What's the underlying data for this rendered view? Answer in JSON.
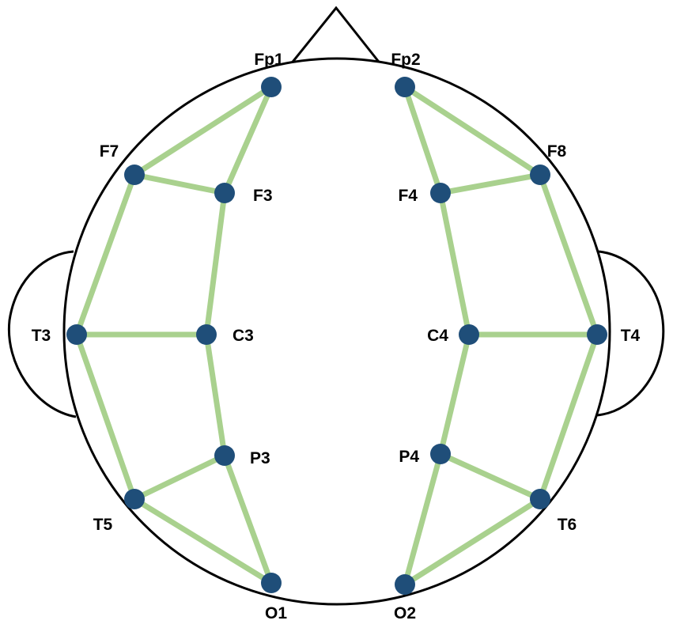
{
  "colors": {
    "electrode": "#1F4E79",
    "connection": "#A9D18E",
    "outline": "#000000"
  },
  "electrodes": [
    {
      "id": "Fp1",
      "label": "Fp1"
    },
    {
      "id": "Fp2",
      "label": "Fp2"
    },
    {
      "id": "F7",
      "label": "F7"
    },
    {
      "id": "F3",
      "label": "F3"
    },
    {
      "id": "F4",
      "label": "F4"
    },
    {
      "id": "F8",
      "label": "F8"
    },
    {
      "id": "T3",
      "label": "T3"
    },
    {
      "id": "C3",
      "label": "C3"
    },
    {
      "id": "C4",
      "label": "C4"
    },
    {
      "id": "T4",
      "label": "T4"
    },
    {
      "id": "P3",
      "label": "P3"
    },
    {
      "id": "P4",
      "label": "P4"
    },
    {
      "id": "T5",
      "label": "T5"
    },
    {
      "id": "T6",
      "label": "T6"
    },
    {
      "id": "O1",
      "label": "O1"
    },
    {
      "id": "O2",
      "label": "O2"
    }
  ],
  "connections": [
    [
      "Fp1",
      "F7"
    ],
    [
      "Fp1",
      "F3"
    ],
    [
      "F7",
      "F3"
    ],
    [
      "F7",
      "T3"
    ],
    [
      "F3",
      "C3"
    ],
    [
      "T3",
      "C3"
    ],
    [
      "T3",
      "T5"
    ],
    [
      "C3",
      "P3"
    ],
    [
      "P3",
      "T5"
    ],
    [
      "P3",
      "O1"
    ],
    [
      "T5",
      "O1"
    ],
    [
      "Fp2",
      "F8"
    ],
    [
      "Fp2",
      "F4"
    ],
    [
      "F4",
      "F8"
    ],
    [
      "F8",
      "T4"
    ],
    [
      "F4",
      "C4"
    ],
    [
      "C4",
      "T4"
    ],
    [
      "T4",
      "T6"
    ],
    [
      "C4",
      "P4"
    ],
    [
      "P4",
      "T6"
    ],
    [
      "P4",
      "O2"
    ],
    [
      "T6",
      "O2"
    ]
  ]
}
